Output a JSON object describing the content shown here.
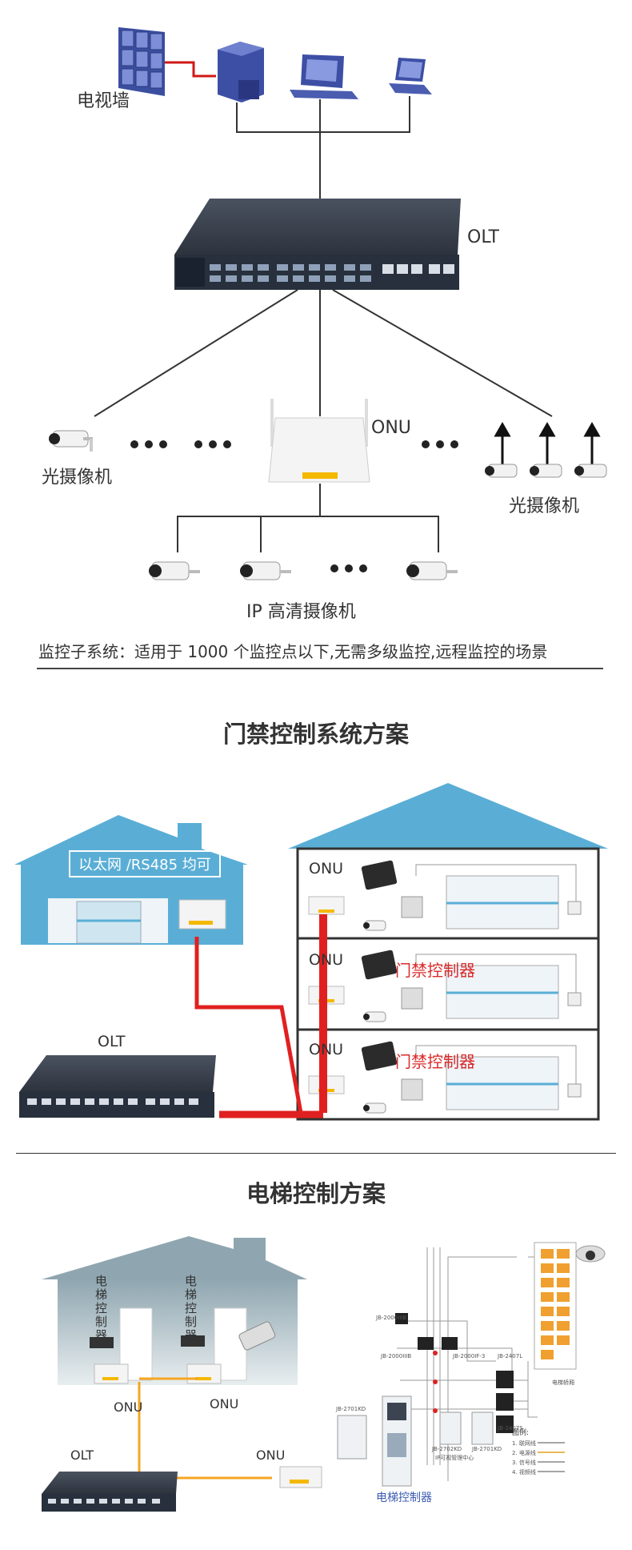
{
  "section1": {
    "tv_wall_label": "电视墙",
    "olt_label": "OLT",
    "onu_label": "ONU",
    "optical_camera_label_left": "光摄像机",
    "optical_camera_label_right": "光摄像机",
    "ip_camera_label": "IP 高清摄像机",
    "caption": "监控子系统：适用于 1000 个监控点以下,无需多级监控,远程监控的场景"
  },
  "section2": {
    "title": "门禁控制系统方案",
    "ethernet_tag": "以太网 /RS485 均可",
    "olt_label": "OLT",
    "onu_labels": [
      "ONU",
      "ONU",
      "ONU"
    ],
    "controller_labels": [
      "门禁控制器",
      "门禁控制器"
    ]
  },
  "section3": {
    "title": "电梯控制方案",
    "controller_vertical": [
      "电梯控制器",
      "电梯控制器"
    ],
    "onu_labels": [
      "ONU",
      "ONU",
      "ONU"
    ],
    "olt_label": "OLT",
    "elevator_controller_label": "电梯控制器",
    "wiring_labels": [
      "JB-2000IIIB",
      "JB-2000IIIB",
      "JB-2000IF-3",
      "JB-2407L",
      "JB-2407S",
      "JB-2701KD",
      "JB-2702KD",
      "JB-2701KD",
      "电梯轿厢",
      "IP可视管理中心"
    ],
    "legend_title": "图例:",
    "legend_items": [
      "1. 联网线",
      "2. 电源线",
      "3. 信号线",
      "4. 视频线"
    ]
  },
  "colors": {
    "house_blue": "#5aaed6",
    "house_gray": "#9fb4bd",
    "red_cable": "#e02020",
    "orange_cable": "#f5a623",
    "olt_body": "#3c4452"
  }
}
